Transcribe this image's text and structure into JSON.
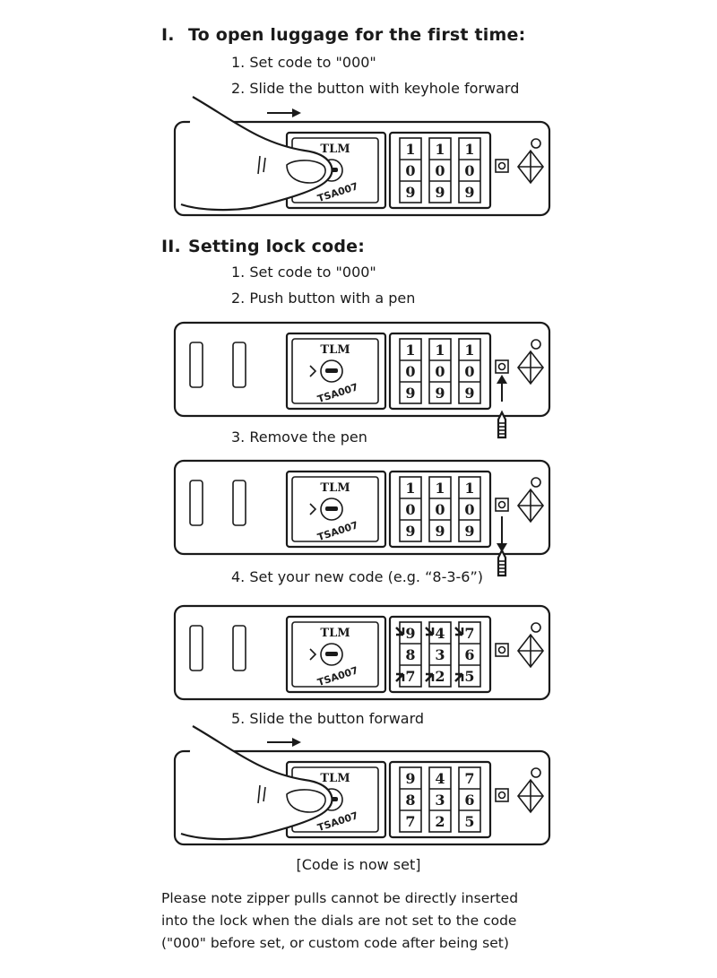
{
  "section1": {
    "number": "I.",
    "title": "To open luggage for the first time:",
    "steps": [
      "1. Set code to \"000\"",
      "2. Slide the button with keyhole forward"
    ]
  },
  "section2": {
    "number": "II.",
    "title": "Setting lock code:",
    "steps": [
      "1. Set code to \"000\"",
      "2. Push button with a pen",
      "3. Remove the pen",
      "4. Set your new code (e.g. “8-3-6”)",
      "5. Slide the button forward"
    ]
  },
  "lock": {
    "brand": "TLM",
    "model": "TSA007",
    "dials_default": [
      "0",
      "0",
      "0"
    ],
    "dials_default_above": [
      "1",
      "1",
      "1"
    ],
    "dials_default_below": [
      "9",
      "9",
      "9"
    ],
    "dials_new": [
      "8",
      "3",
      "6"
    ],
    "dials_new_above": [
      "9",
      "4",
      "7"
    ],
    "dials_new_below": [
      "7",
      "2",
      "5"
    ]
  },
  "caption": "[Code is now set]",
  "note": [
    "Please note zipper pulls cannot be directly inserted",
    "into the lock when the dials are not set to the code",
    "(\"000\" before set, or custom code after being set)"
  ]
}
